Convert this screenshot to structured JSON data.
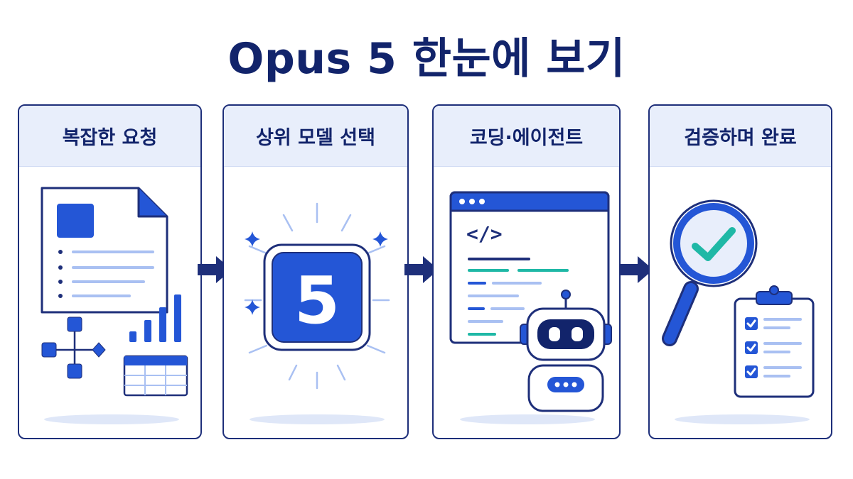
{
  "title": "Opus 5 한눈에 보기",
  "steps": [
    {
      "label": "복잡한 요청",
      "icon": "document-with-chart-icon"
    },
    {
      "label": "상위 모델 선택",
      "icon": "model-5-badge-icon"
    },
    {
      "label": "코딩·에이전트",
      "icon": "code-window-robot-icon"
    },
    {
      "label": "검증하며 완료",
      "icon": "magnifier-checklist-icon"
    }
  ],
  "badge_number": "5",
  "code_tag": "</>",
  "colors": {
    "navy": "#12246b",
    "blue": "#2456d6",
    "light_blue": "#a9c0f2",
    "panel": "#e8eefb",
    "teal": "#1fb8a6"
  }
}
